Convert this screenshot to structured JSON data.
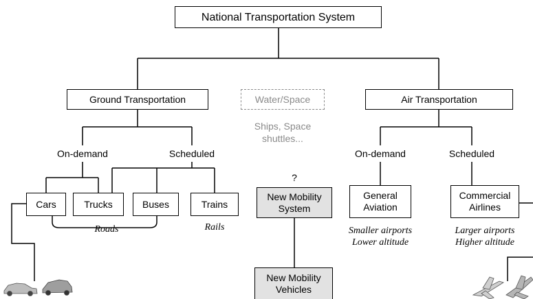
{
  "root": "National Transportation System",
  "branches": {
    "ground": "Ground Transportation",
    "water": "Water/Space",
    "air": "Air Transportation"
  },
  "water_note": "Ships, Space\nshuttles...",
  "ground_modes": {
    "on_demand": "On-demand",
    "scheduled": "Scheduled"
  },
  "air_modes": {
    "on_demand": "On-demand",
    "scheduled": "Scheduled"
  },
  "ground_nodes": {
    "cars": "Cars",
    "trucks": "Trucks",
    "buses": "Buses",
    "trains": "Trains"
  },
  "ground_notes": {
    "roads": "Roads",
    "rails": "Rails"
  },
  "new_mobility": {
    "question": "?",
    "system": "New Mobility\nSystem",
    "vehicles": "New Mobility\nVehicles"
  },
  "air_nodes": {
    "general": "General\nAviation",
    "commercial": "Commercial\nAirlines"
  },
  "air_notes": {
    "general": "Smaller airports\nLower altitude",
    "commercial": "Larger airports\nHigher altitude"
  }
}
